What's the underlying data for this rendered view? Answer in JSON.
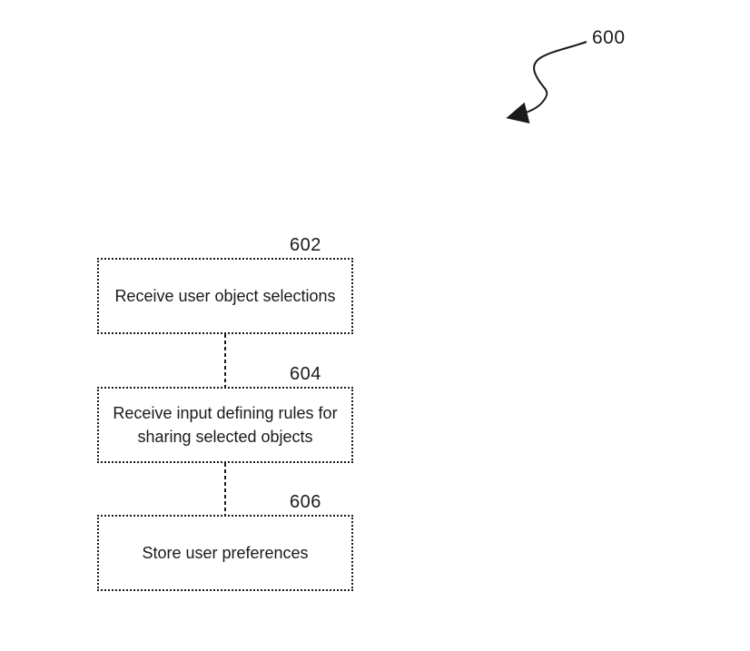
{
  "figure": {
    "reference_label": "600",
    "nodes": [
      {
        "id": "602",
        "label": "Receive user object selections"
      },
      {
        "id": "604",
        "label": "Receive input defining rules for sharing selected objects"
      },
      {
        "id": "606",
        "label": "Store user preferences"
      }
    ]
  },
  "colors": {
    "line": "#1a1a1a",
    "background": "#ffffff"
  }
}
